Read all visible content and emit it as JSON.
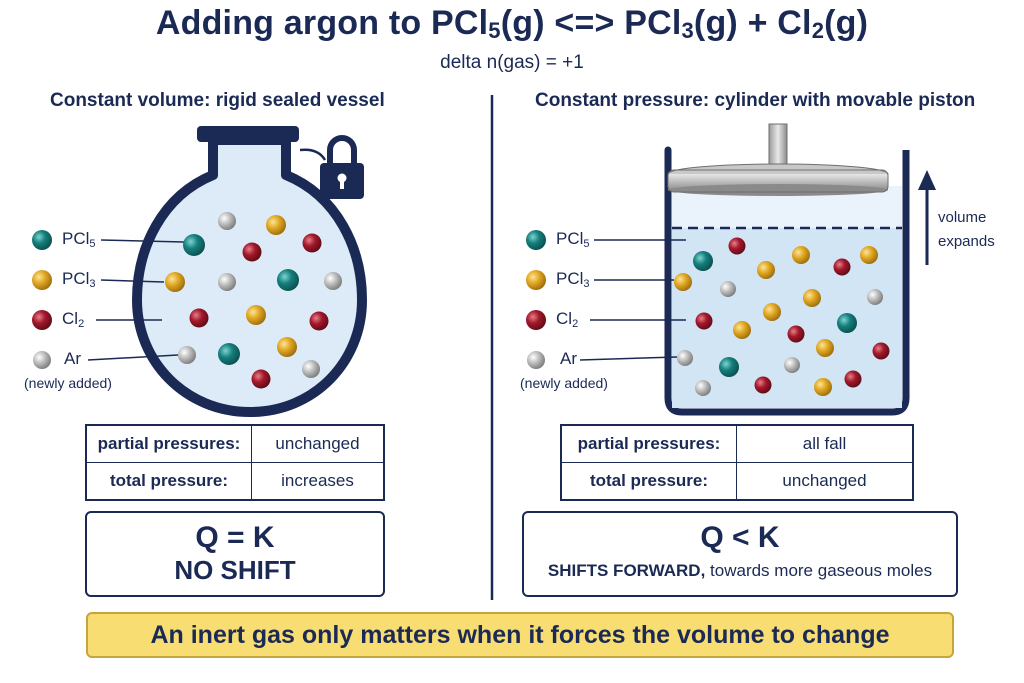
{
  "title": {
    "prefix": "Adding argon to PCl",
    "s1": "5",
    "mid1": "(g) <=> PCl",
    "s2": "3",
    "mid2": "(g) + Cl",
    "s3": "2",
    "suffix": "(g)"
  },
  "subtitle": "delta n(gas) = +1",
  "legend": {
    "pcl5": {
      "base": "PCl",
      "sub": "5"
    },
    "pcl3": {
      "base": "PCl",
      "sub": "3"
    },
    "cl2": {
      "base": "Cl",
      "sub": "2"
    },
    "ar": {
      "base": "Ar",
      "sub": ""
    },
    "ar_note": "(newly added)"
  },
  "colors": {
    "navy": "#1b2a55",
    "pcl5": "#157f7d",
    "pcl3": "#e2a823",
    "cl2": "#a3182b",
    "ar": "#b5b5b5",
    "vessel_fill": "#dcebf7",
    "banner": "#f8dd72"
  },
  "left": {
    "heading": "Constant volume: rigid sealed vessel",
    "lock_icon": "padlock-icon",
    "table": [
      {
        "label": "partial pressures:",
        "value": "unchanged"
      },
      {
        "label": "total pressure:",
        "value": "increases"
      }
    ],
    "result": {
      "main": "Q = K",
      "sub": "NO SHIFT"
    }
  },
  "right": {
    "heading": "Constant pressure: cylinder with movable piston",
    "volume_note": [
      "volume",
      "expands"
    ],
    "table": [
      {
        "label": "partial pressures:",
        "value": "all fall"
      },
      {
        "label": "total pressure:",
        "value": "unchanged"
      }
    ],
    "result": {
      "main": "Q < K",
      "sub_bold": "SHIFTS FORWARD,",
      "sub_rest": " towards more gaseous moles"
    }
  },
  "banner": "An inert gas only matters when it forces the volume to change"
}
